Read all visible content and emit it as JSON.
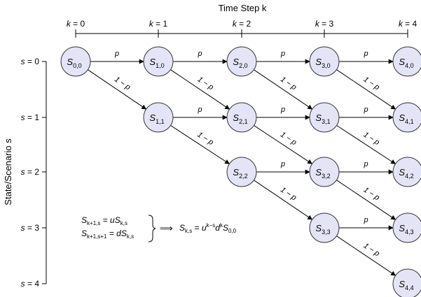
{
  "axes": {
    "top_title": "Time Step k",
    "left_title": "State/Scenario s",
    "time_steps": [
      "k = 0",
      "k = 1",
      "k = 2",
      "k = 3",
      "k = 4"
    ],
    "states": [
      "s = 0",
      "s = 1",
      "s = 2",
      "s = 3",
      "s = 4"
    ]
  },
  "edge_labels": {
    "up": "p",
    "down": "1 − p"
  },
  "nodes": [
    {
      "k": 0,
      "s": 0,
      "label": "S",
      "sub": "0,0"
    },
    {
      "k": 1,
      "s": 0,
      "label": "S",
      "sub": "1,0"
    },
    {
      "k": 1,
      "s": 1,
      "label": "S",
      "sub": "1,1"
    },
    {
      "k": 2,
      "s": 0,
      "label": "S",
      "sub": "2,0"
    },
    {
      "k": 2,
      "s": 1,
      "label": "S",
      "sub": "2,1"
    },
    {
      "k": 2,
      "s": 2,
      "label": "S",
      "sub": "2,2"
    },
    {
      "k": 3,
      "s": 0,
      "label": "S",
      "sub": "3,0"
    },
    {
      "k": 3,
      "s": 1,
      "label": "S",
      "sub": "3,1"
    },
    {
      "k": 3,
      "s": 2,
      "label": "S",
      "sub": "3,2"
    },
    {
      "k": 3,
      "s": 3,
      "label": "S",
      "sub": "3,3"
    },
    {
      "k": 4,
      "s": 0,
      "label": "S",
      "sub": "4,0"
    },
    {
      "k": 4,
      "s": 1,
      "label": "S",
      "sub": "4,1"
    },
    {
      "k": 4,
      "s": 2,
      "label": "S",
      "sub": "4,2"
    },
    {
      "k": 4,
      "s": 3,
      "label": "S",
      "sub": "4,3"
    },
    {
      "k": 4,
      "s": 4,
      "label": "S",
      "sub": "4,4"
    }
  ],
  "equations": {
    "line1": {
      "lhs": "S",
      "lhs_sub": "k+1,s",
      "eq": " = ",
      "rhs_coef": "u",
      "rhs": "S",
      "rhs_sub": "k,s"
    },
    "line2": {
      "lhs": "S",
      "lhs_sub": "k+1,s+1",
      "eq": " = ",
      "rhs_coef": "d",
      "rhs": "S",
      "rhs_sub": "k,s"
    },
    "implies": "⟹",
    "result": {
      "lhs": "S",
      "lhs_sub": "k,s",
      "eq": " = ",
      "u": "u",
      "u_sup": "k−s",
      "d": "d",
      "d_sup": "k",
      "S": "S",
      "S_sub": "0,0"
    }
  },
  "colors": {
    "node_fill": "#e4e4f7",
    "node_stroke": "#333333",
    "line": "#000000"
  }
}
